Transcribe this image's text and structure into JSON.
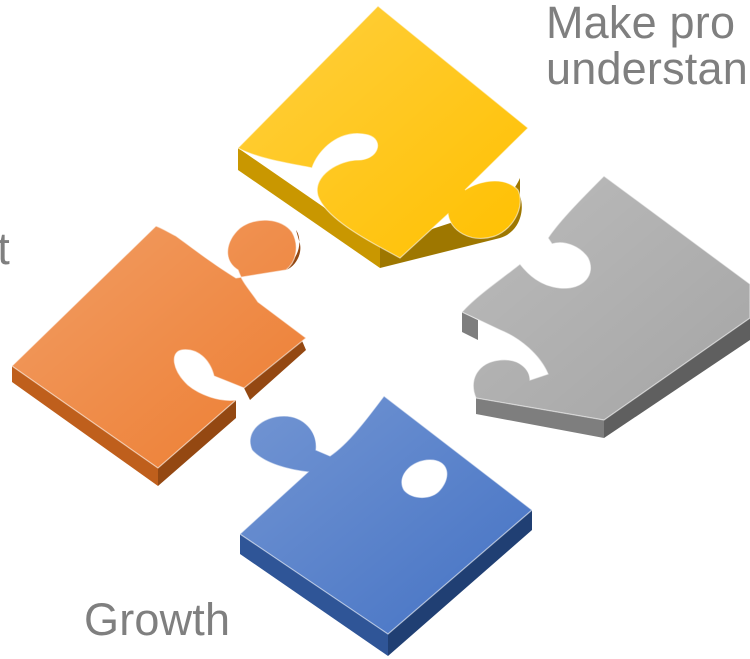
{
  "labels": {
    "top_right_line1": "Make pro",
    "top_right_line2": "understan",
    "left_fragment": "nt",
    "bottom": "Growth"
  },
  "pieces": [
    {
      "name": "yellow-puzzle-piece",
      "top": "#ffc000",
      "side": "#c99700",
      "sideDark": "#9e7700"
    },
    {
      "name": "orange-puzzle-piece",
      "top": "#ed7d31",
      "side": "#bf5f1c",
      "sideDark": "#944812"
    },
    {
      "name": "gray-puzzle-piece",
      "top": "#a5a5a5",
      "side": "#7e7e7e",
      "sideDark": "#5f5f5f"
    },
    {
      "name": "blue-puzzle-piece",
      "top": "#4472c4",
      "side": "#2f5597",
      "sideDark": "#203f73"
    }
  ],
  "text_color": "#7f7f7f"
}
